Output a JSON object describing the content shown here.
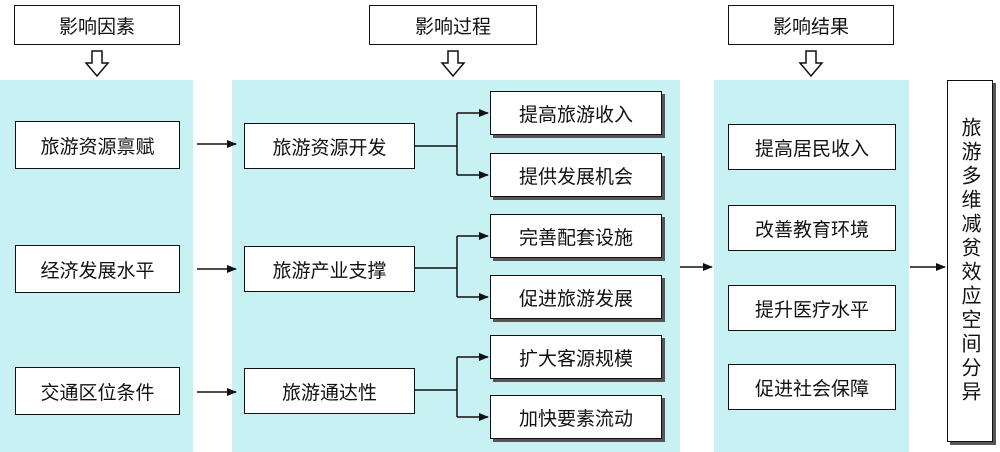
{
  "headers": {
    "factors": "影响因素",
    "process": "影响过程",
    "results": "影响结果"
  },
  "factors": [
    "旅游资源禀赋",
    "经济发展水平",
    "交通区位条件"
  ],
  "process": {
    "groups": [
      {
        "label": "旅游资源开发",
        "outputs": [
          "提高旅游收入",
          "提供发展机会"
        ]
      },
      {
        "label": "旅游产业支撑",
        "outputs": [
          "完善配套设施",
          "促进旅游发展"
        ]
      },
      {
        "label": "旅游通达性",
        "outputs": [
          "扩大客源规模",
          "加快要素流动"
        ]
      }
    ]
  },
  "results": [
    "提高居民收入",
    "改善教育环境",
    "提升医疗水平",
    "促进社会保障"
  ],
  "conclusion": "旅游多维减贫效应空间分异"
}
